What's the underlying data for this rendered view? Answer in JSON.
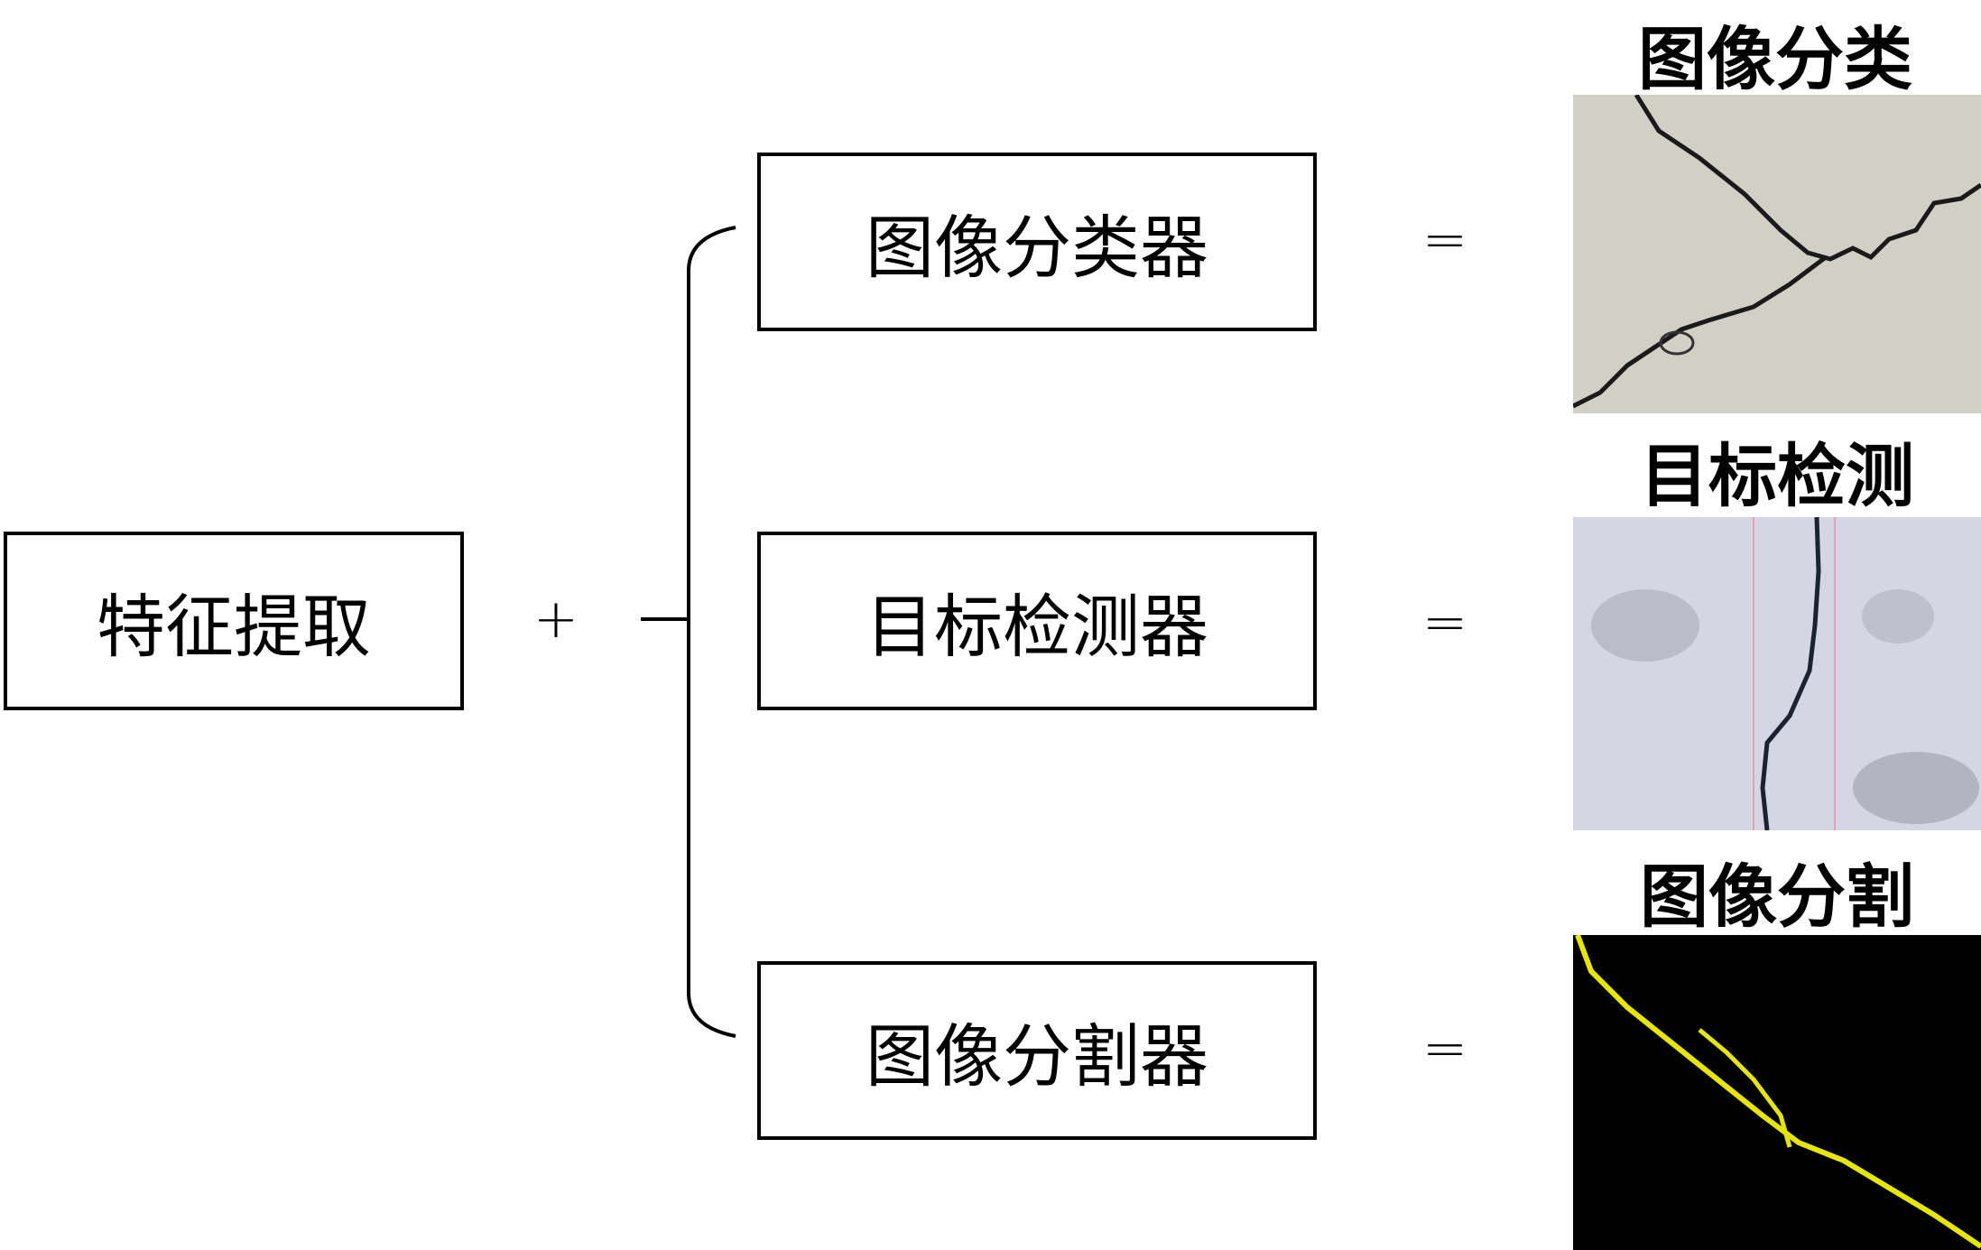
{
  "input_box": {
    "label": "特征提取"
  },
  "operators": {
    "plus": "+",
    "equals": "="
  },
  "heads": [
    {
      "label": "图像分类器",
      "result_title": "图像分类"
    },
    {
      "label": "目标检测器",
      "result_title": "目标检测"
    },
    {
      "label": "图像分割器",
      "result_title": "图像分割"
    }
  ],
  "colors": {
    "segmentation_mask": "#e6e600",
    "segmentation_bg": "#000000",
    "concrete": "#d8d6cc"
  }
}
